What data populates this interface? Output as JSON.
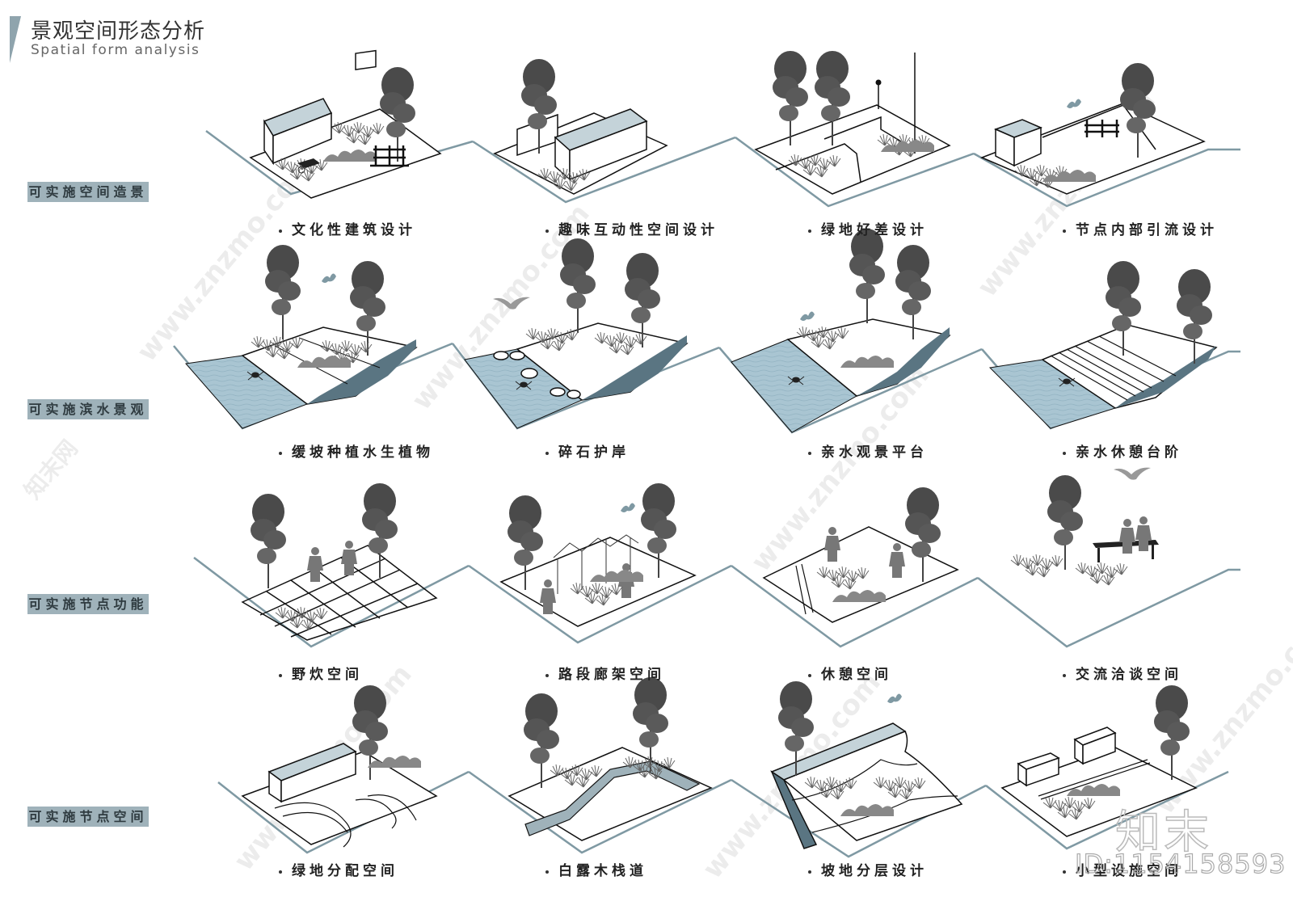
{
  "header": {
    "title_cn": "景观空间形态分析",
    "title_en": "Spatial form analysis"
  },
  "colors": {
    "accent_label_bg": "#9fb2ba",
    "frame_line": "#7f99a3",
    "water": "#a9c5d2",
    "roof_fill": "#c4d3d9",
    "bank_dark": "#5a7582"
  },
  "rows": [
    {
      "label": "可实施空间造景",
      "items": [
        {
          "caption": "文化性建筑设计",
          "icons": [
            "building-icon",
            "tree-icon",
            "wheelbarrow-icon",
            "fence-icon"
          ]
        },
        {
          "caption": "趣味互动性空间设计",
          "icons": [
            "building-icon",
            "tree-icon"
          ]
        },
        {
          "caption": "绿地好差设计",
          "icons": [
            "tree-icon",
            "lamp-post-icon"
          ]
        },
        {
          "caption": "节点内部引流设计",
          "icons": [
            "building-icon",
            "tree-icon",
            "fence-icon",
            "bird-icon"
          ]
        }
      ]
    },
    {
      "label": "可实施滨水景观",
      "items": [
        {
          "caption": "缓坡种植水生植物",
          "icons": [
            "water-icon",
            "crab-icon",
            "tree-icon",
            "bird-icon"
          ]
        },
        {
          "caption": "碎石护岸",
          "icons": [
            "water-icon",
            "rocks-icon",
            "tree-icon",
            "seagull-icon"
          ]
        },
        {
          "caption": "亲水观景平台",
          "icons": [
            "water-icon",
            "crab-icon",
            "tree-icon",
            "bird-icon"
          ]
        },
        {
          "caption": "亲水休憩台阶",
          "icons": [
            "water-icon",
            "steps-icon",
            "tree-icon",
            "crab-icon"
          ]
        }
      ]
    },
    {
      "label": "可实施节点功能",
      "items": [
        {
          "caption": "野炊空间",
          "icons": [
            "grid-paving-icon",
            "people-icon",
            "tree-icon"
          ]
        },
        {
          "caption": "路段廊架空间",
          "icons": [
            "pergola-icon",
            "people-icon",
            "tree-icon",
            "bird-icon"
          ]
        },
        {
          "caption": "休憩空间",
          "icons": [
            "people-icon",
            "tree-icon"
          ]
        },
        {
          "caption": "交流洽谈空间",
          "icons": [
            "bench-icon",
            "people-icon",
            "tree-icon",
            "seagull-icon"
          ]
        }
      ]
    },
    {
      "label": "可实施节点空间",
      "items": [
        {
          "caption": "绿地分配空间",
          "icons": [
            "building-icon",
            "path-icon",
            "tree-icon"
          ]
        },
        {
          "caption": "白露木栈道",
          "icons": [
            "boardwalk-icon",
            "tree-icon"
          ]
        },
        {
          "caption": "坡地分层设计",
          "icons": [
            "terrace-icon",
            "tree-icon",
            "bird-icon"
          ]
        },
        {
          "caption": "小型设施空间",
          "icons": [
            "building-icon",
            "tree-icon"
          ]
        }
      ]
    }
  ],
  "watermark": {
    "logo": "知末",
    "id": "ID:1154158593",
    "site": "www.znzmo.com",
    "site_cn": "知末网"
  }
}
